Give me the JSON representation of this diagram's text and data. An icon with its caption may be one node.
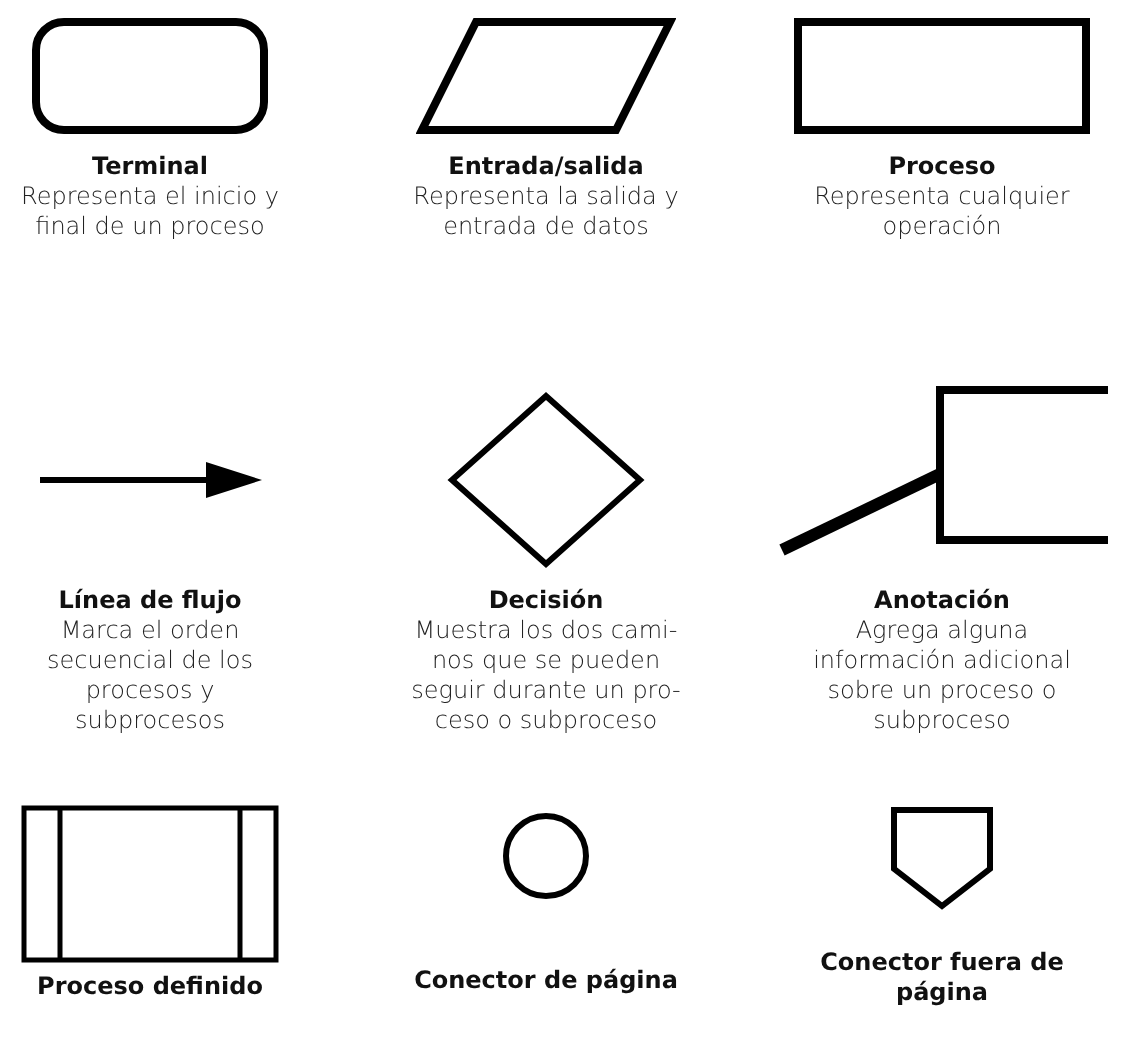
{
  "diagram": {
    "nodes": [
      {
        "text": [
          "Terminal",
          "Representa el inicio y final de un proceso"
        ]
      },
      {
        "text": [
          "Entrada/salida",
          "Representa la salida y entrada de datos"
        ]
      },
      {
        "text": [
          "Proceso",
          "Representa cualquier operación"
        ]
      },
      {
        "text": [
          "Línea de flujo",
          "Marca el orden secuencial de los procesos y subprocesos"
        ]
      },
      {
        "text": [
          "Decisión",
          "Muestra los dos cami-nos que se pueden seguir durante un pro-ceso o subproceso"
        ]
      },
      {
        "text": [
          "Anotación",
          "Agrega alguna información adicional sobre un proceso o subproceso"
        ]
      },
      {
        "text": [
          "Proceso definido"
        ]
      },
      {
        "text": [
          "Conector de página"
        ]
      },
      {
        "text": [
          "Conector fuera de página"
        ]
      }
    ]
  }
}
